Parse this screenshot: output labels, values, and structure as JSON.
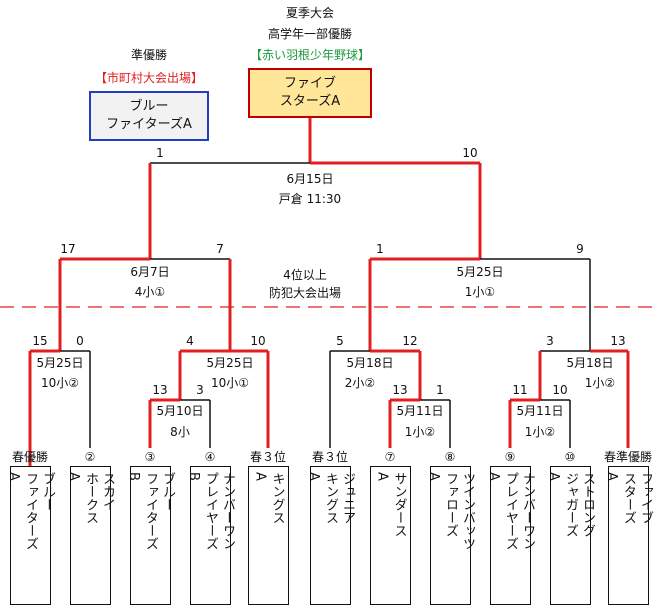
{
  "header": {
    "title": "夏季大会",
    "subtitle": "高学年一部優勝",
    "tournament": "【赤い羽根少年野球】"
  },
  "champion": {
    "name_line1": "ファイブ",
    "name_line2": "スターズA",
    "color": "#ffe699",
    "border": "#c00000"
  },
  "runner_up": {
    "label": "準優勝",
    "note": "【市町村大会出場】",
    "name_line1": "ブルー",
    "name_line2": "ファイターズA",
    "border": "#1f3fbf"
  },
  "final": {
    "date": "6月15日",
    "venue": "戸倉 11:30",
    "score_left": "1",
    "score_right": "10"
  },
  "qualify_note": {
    "line1": "4位以上",
    "line2": "防犯大会出場"
  },
  "matches": [
    {
      "id": "sf_left",
      "date": "6月7日",
      "venue": "4小①",
      "score_left": "17",
      "score_right": "7"
    },
    {
      "id": "sf_right",
      "date": "5月25日",
      "venue": "1小①",
      "score_left": "1",
      "score_right": "9"
    },
    {
      "id": "q1",
      "date": "5月25日",
      "venue": "10小②",
      "score_left": "15",
      "score_right": "0"
    },
    {
      "id": "q2",
      "date": "5月25日",
      "venue": "10小①",
      "score_left": "4",
      "score_right": "10"
    },
    {
      "id": "q2a",
      "date": "5月10日",
      "venue": "8小",
      "score_left": "13",
      "score_right": "3"
    },
    {
      "id": "q3",
      "date": "5月18日",
      "venue": "2小②",
      "score_left": "5",
      "score_right": "12"
    },
    {
      "id": "q3a",
      "date": "5月11日",
      "venue": "1小②",
      "score_left": "13",
      "score_right": "1"
    },
    {
      "id": "q4",
      "date": "5月18日",
      "venue": "1小②",
      "score_left": "3",
      "score_right": "13"
    },
    {
      "id": "q4a",
      "date": "5月11日",
      "venue": "1小②",
      "score_left": "11",
      "score_right": "10"
    }
  ],
  "seeds": [
    {
      "label": "春優勝",
      "team": "ブルー\nファイターズ\nA"
    },
    {
      "label": "②",
      "team": "スカイ\nホークス\nA"
    },
    {
      "label": "③",
      "team": "ブルー\nファイターズ\nB"
    },
    {
      "label": "④",
      "team": "ナンバーワン\nプレイヤーズ\nB"
    },
    {
      "label": "春３位",
      "team": "キングス\nA"
    },
    {
      "label": "春３位",
      "team": "ジュニア\nキングス\nA"
    },
    {
      "label": "⑦",
      "team": "サンダース\nA"
    },
    {
      "label": "⑧",
      "team": "ツインバッツ\nファローズ\nA"
    },
    {
      "label": "⑨",
      "team": "ナンバーワン\nプレイヤーズ\nA"
    },
    {
      "label": "⑩",
      "team": "ストロング\nジャガーズ\nA"
    },
    {
      "label": "春準優勝",
      "team": "ファイブ\nスターズ\nA"
    }
  ],
  "colors": {
    "win_line": "#e02020",
    "line": "#111111",
    "dash": "#e02020"
  }
}
